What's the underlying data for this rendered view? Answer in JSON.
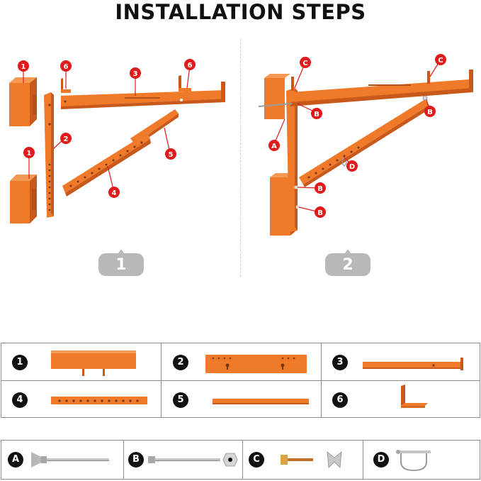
{
  "title": "INSTALLATION STEPS",
  "steps": [
    {
      "number": "1",
      "labels": [
        "1",
        "1",
        "2",
        "3",
        "4",
        "5",
        "6",
        "6"
      ]
    },
    {
      "number": "2",
      "labels": [
        "A",
        "B",
        "B",
        "B",
        "B",
        "C",
        "C",
        "D"
      ]
    }
  ],
  "parts": [
    {
      "number": "1",
      "icon": "corner-bracket-part"
    },
    {
      "number": "2",
      "icon": "vertical-plate-part"
    },
    {
      "number": "3",
      "icon": "top-arm-part"
    },
    {
      "number": "4",
      "icon": "perforated-brace-part"
    },
    {
      "number": "5",
      "icon": "inner-brace-part"
    },
    {
      "number": "6",
      "icon": "l-clip-part"
    }
  ],
  "hardware": [
    {
      "letter": "A",
      "icon": "wing-bolt-icon"
    },
    {
      "letter": "B",
      "icon": "bolt-nut-icon"
    },
    {
      "letter": "C",
      "icon": "short-bolt-wingnut-icon"
    },
    {
      "letter": "D",
      "icon": "lynch-pin-icon"
    }
  ],
  "colors": {
    "part": "#ef7a2a",
    "part_dark": "#c9591a",
    "callout": "#e01b1b",
    "badge": "#111111",
    "step_badge": "#b8b8b8"
  }
}
